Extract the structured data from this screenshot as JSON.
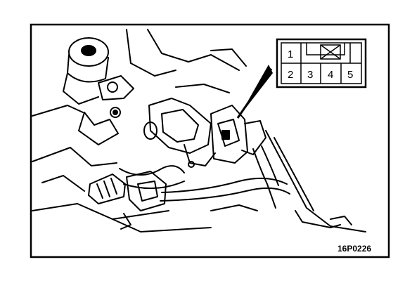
{
  "figure": {
    "reference_code": "16P0226"
  },
  "connector": {
    "pins_top": [
      "1"
    ],
    "pins_bottom": [
      "2",
      "3",
      "4",
      "5"
    ],
    "blank_cell": "cross-hatched-box-icon"
  },
  "colors": {
    "ink": "#000000",
    "paper": "#ffffff"
  }
}
